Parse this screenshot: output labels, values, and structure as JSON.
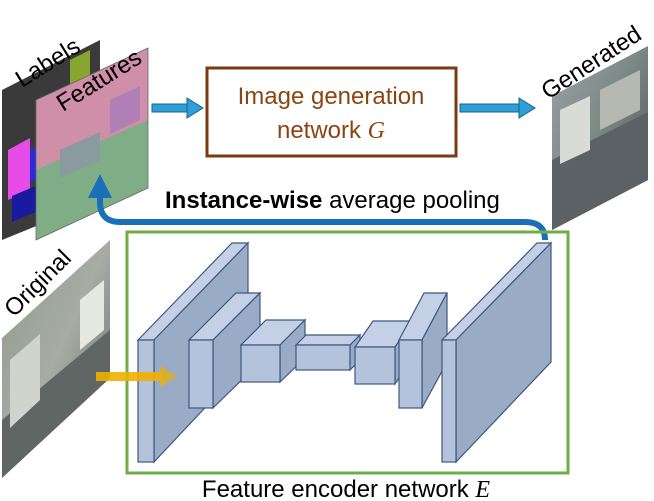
{
  "labels": {
    "labels_map": "Labels",
    "features_map": "Features",
    "generated": "Generated",
    "original": "Original"
  },
  "generator": {
    "text_line1": "Image generation",
    "text_line2_prefix": "network ",
    "symbol": "G"
  },
  "pooling": {
    "bold": "Instance-wise",
    "rest": " average pooling"
  },
  "encoder": {
    "caption_prefix": "Feature encoder network ",
    "symbol": "E"
  },
  "colors": {
    "generator_border": "#7a3a12",
    "generator_text": "#8b4513",
    "encoder_border": "#70ad47",
    "pool_arrow": "#1a6fb8",
    "small_arrow": "#2f9fd8",
    "input_arrow": "#f0b000",
    "layer_fill": "#b4c3dc",
    "layer_stroke": "#3f5680"
  }
}
